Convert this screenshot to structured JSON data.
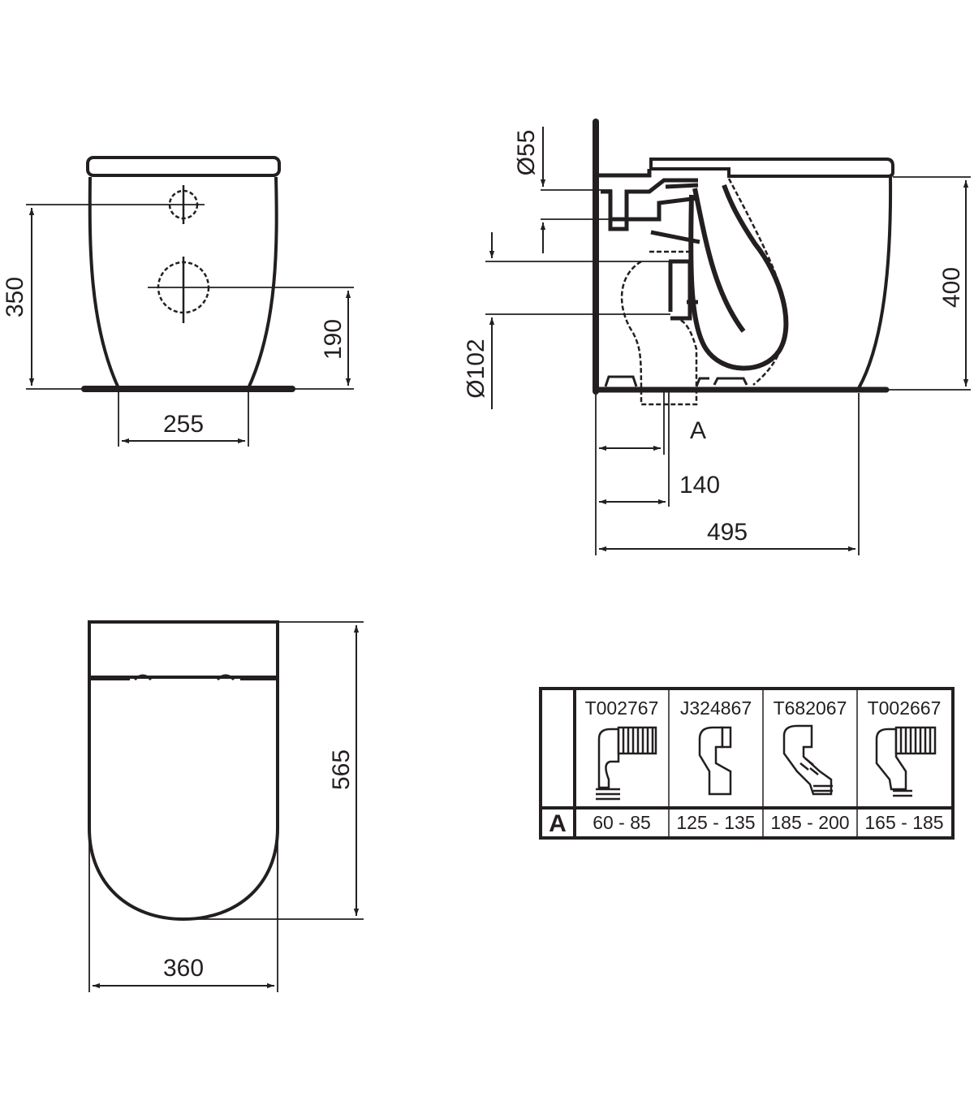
{
  "front_view": {
    "dim_height_inlet": "350",
    "dim_height_outlet": "190",
    "dim_width_base": "255"
  },
  "side_view": {
    "dim_water_inlet_diameter": "Ø55",
    "dim_outlet_diameter": "Ø102",
    "dim_height": "400",
    "dim_a_label": "A",
    "dim_outlet_offset": "140",
    "dim_depth": "495"
  },
  "top_view": {
    "dim_length": "565",
    "dim_width": "360"
  },
  "connector_table": {
    "row_label": "A",
    "columns": [
      {
        "code": "T002767",
        "range": "60 - 85"
      },
      {
        "code": "J324867",
        "range": "125 - 135"
      },
      {
        "code": "T682067",
        "range": "185 - 200"
      },
      {
        "code": "T002667",
        "range": "165 - 185"
      }
    ]
  },
  "colors": {
    "line": "#231f20",
    "background": "#ffffff"
  }
}
